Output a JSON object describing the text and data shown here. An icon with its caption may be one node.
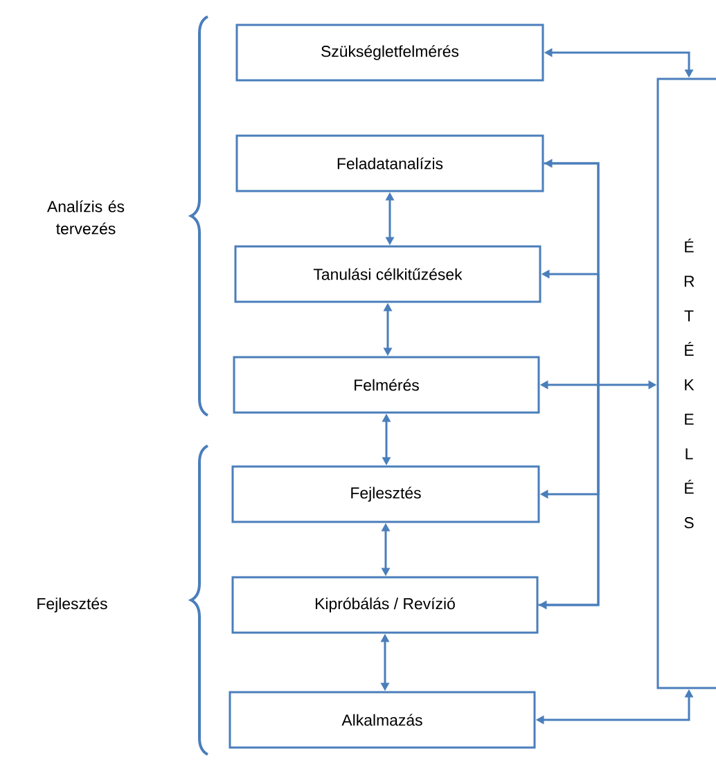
{
  "diagram": {
    "nodes": [
      {
        "text": [
          "Szükségletfelmérés"
        ]
      },
      {
        "text": [
          "Feladatanalízis"
        ]
      },
      {
        "text": [
          "Tanulási célkitűzések"
        ]
      },
      {
        "text": [
          "Felmérés"
        ]
      },
      {
        "text": [
          "Fejlesztés"
        ]
      },
      {
        "text": [
          "Kipróbálás / Revízió"
        ]
      },
      {
        "text": [
          "Alkalmazás"
        ]
      },
      {
        "text": [
          "É R T É K E L É S"
        ]
      }
    ],
    "edges": [
      {
        "from": 0,
        "to": 7,
        "arrow": "both"
      },
      {
        "from": 1,
        "to": 2,
        "arrow": "both"
      },
      {
        "from": 2,
        "to": 3,
        "arrow": "both"
      },
      {
        "from": 3,
        "to": 4,
        "arrow": "both"
      },
      {
        "from": 4,
        "to": 5,
        "arrow": "both"
      },
      {
        "from": 5,
        "to": 6,
        "arrow": "both"
      },
      {
        "from": 5,
        "to": 1,
        "arrow": "both"
      },
      {
        "from": 5,
        "to": 2,
        "arrow": "to"
      },
      {
        "from": 1,
        "to": 4,
        "arrow": "to"
      },
      {
        "from": 3,
        "to": 7,
        "arrow": "both"
      },
      {
        "from": 6,
        "to": 7,
        "arrow": "both"
      }
    ],
    "labels": [
      "Analízis és tervezés",
      "Fejlesztés"
    ]
  }
}
